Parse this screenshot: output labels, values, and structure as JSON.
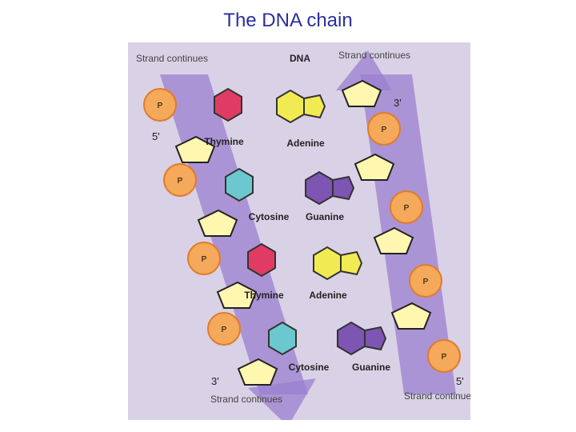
{
  "page": {
    "title": "The DNA chain"
  },
  "colors": {
    "panel_bg": "#d9d2e6",
    "backbone": "#9b7fcf",
    "phosphate": "#f5a95a",
    "phosphate_ring": "#e07b2a",
    "thymine": "#e03c63",
    "adenine": "#f2ea52",
    "cytosine": "#6cc8cf",
    "guanine": "#7d55b3",
    "sugar": "#fff6b0",
    "title_color": "#2b2f9e"
  },
  "diagram": {
    "heading": "DNA",
    "strand_continues_top_left": "Strand\ncontinues",
    "strand_continues_top_right": "Strand\ncontinues",
    "strand_continues_bottom_left": "Strand\ncontinues",
    "strand_continues_bottom_right": "Strand\ncontinues",
    "end_5_left": "5'",
    "end_3_right": "3'",
    "end_3_left": "3'",
    "end_5_right": "5'",
    "base_labels": [
      "Thymine",
      "Adenine",
      "Cytosine",
      "Guanine",
      "Thymine",
      "Adenine",
      "Cytosine",
      "Guanine"
    ],
    "phosphate_label": "P"
  }
}
